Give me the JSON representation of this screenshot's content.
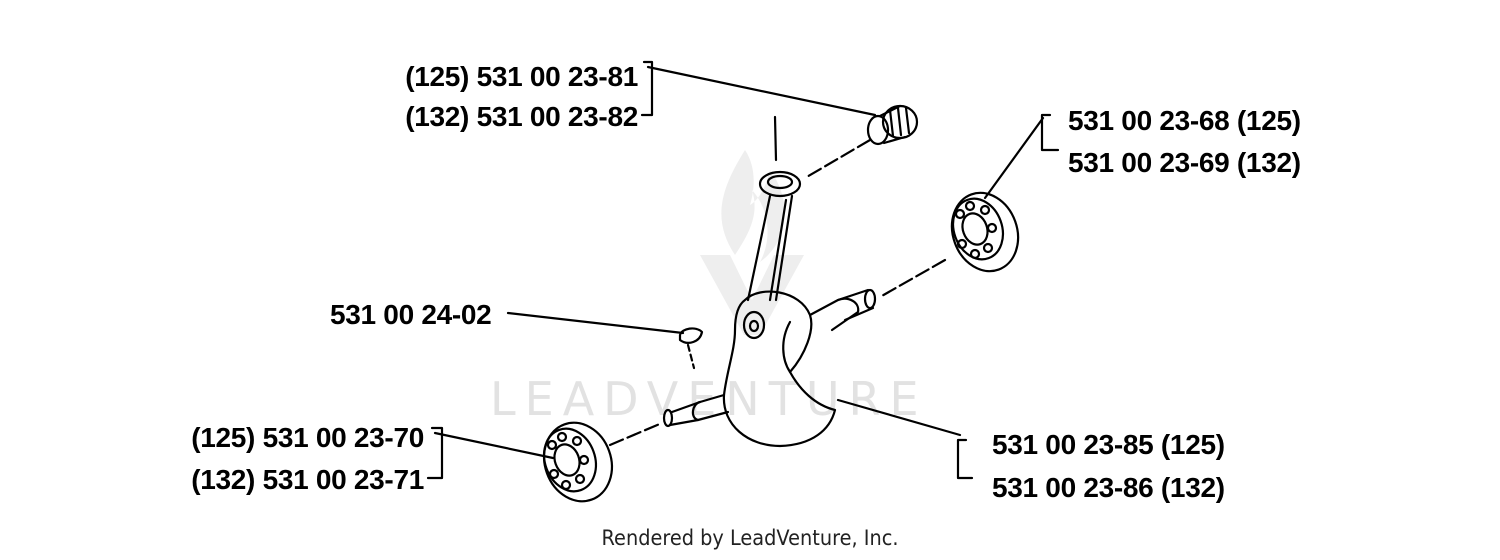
{
  "callouts": {
    "piston_bearing": [
      "(125) 531 00 23-81",
      "(132) 531 00 23-82"
    ],
    "right_main_bearing": [
      "531 00 23-68 (125)",
      "531 00 23-69 (132)"
    ],
    "woodruff_key": "531 00 24-02",
    "left_main_bearing": [
      "(125) 531 00 23-70",
      "(132) 531 00 23-71"
    ],
    "crankshaft": [
      "531 00 23-85 (125)",
      "531 00 23-86 (132)"
    ]
  },
  "watermark": {
    "text": "LEADVENTURE"
  },
  "footer": {
    "credit": "Rendered by LeadVenture, Inc."
  }
}
